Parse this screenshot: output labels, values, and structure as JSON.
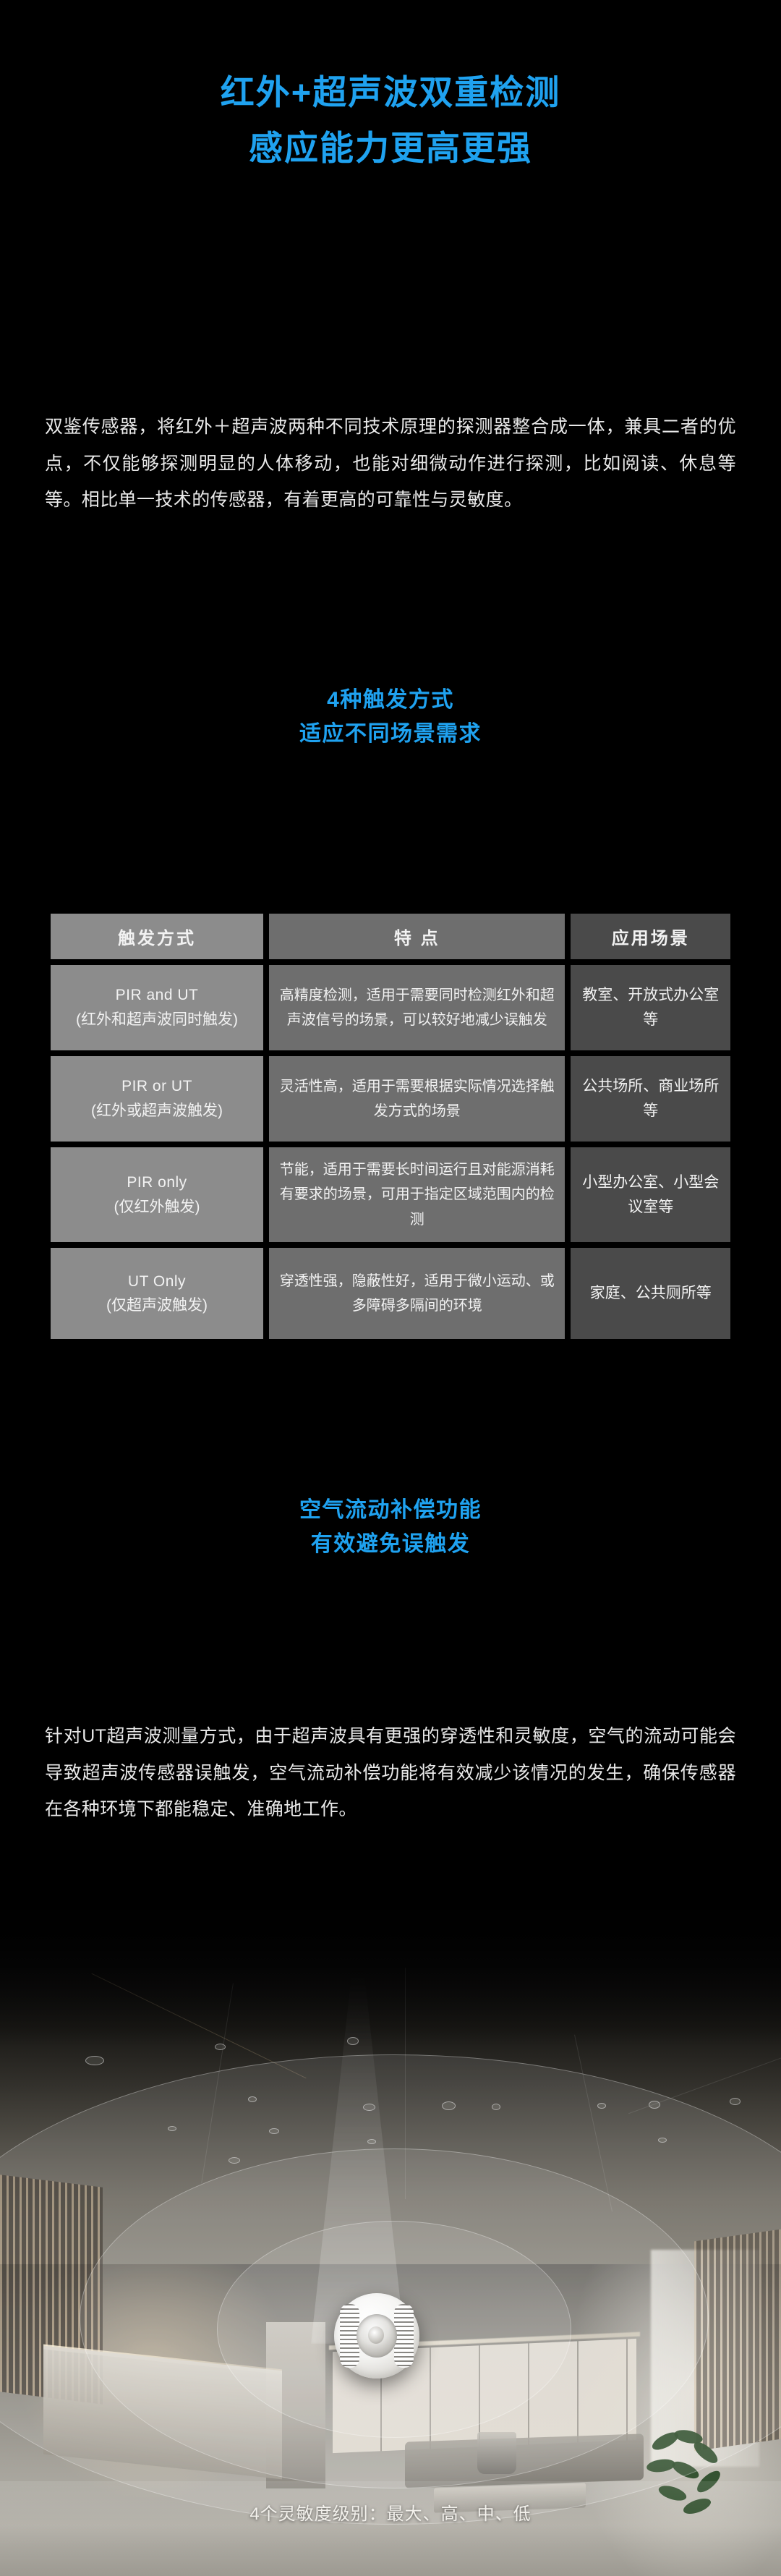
{
  "colors": {
    "background": "#000000",
    "accent_blue": "#1fa2f0",
    "body_text": "#e9e9e9",
    "table_col1": "#8c8c8c",
    "table_col2": "#6e6e6e",
    "table_col3": "#4a4a4a"
  },
  "hero": {
    "line1": "红外+超声波双重检测",
    "line2": "感应能力更高更强"
  },
  "intro_paragraph": "双鉴传感器，将红外＋超声波两种不同技术原理的探测器整合成一体，兼具二者的优点，不仅能够探测明显的人体移动，也能对细微动作进行探测，比如阅读、休息等等。相比单一技术的传感器，有着更高的可靠性与灵敏度。",
  "triggers_section": {
    "heading_line1": "4种触发方式",
    "heading_line2": "适应不同场景需求",
    "table": {
      "headers": [
        "触发方式",
        "特 点",
        "应用场景"
      ],
      "rows": [
        {
          "mode_en": "PIR and UT",
          "mode_cn": "(红外和超声波同时触发)",
          "features": "高精度检测，适用于需要同时检测红外和超声波信号的场景，可以较好地减少误触发",
          "scenarios": "教室、开放式办公室等"
        },
        {
          "mode_en": "PIR or UT",
          "mode_cn": "(红外或超声波触发)",
          "features": "灵活性高，适用于需要根据实际情况选择触发方式的场景",
          "scenarios": "公共场所、商业场所等"
        },
        {
          "mode_en": "PIR only",
          "mode_cn": "(仅红外触发)",
          "features": "节能，适用于需要长时间运行且对能源消耗有要求的场景，可用于指定区域范围内的检测",
          "scenarios": "小型办公室、小型会议室等"
        },
        {
          "mode_en": "UT Only",
          "mode_cn": "(仅超声波触发)",
          "features": "穿透性强，隐蔽性好，适用于微小运动、或多障碍多隔间的环境",
          "scenarios": "家庭、公共厕所等"
        }
      ]
    }
  },
  "airflow_section": {
    "heading_line1": "空气流动补偿功能",
    "heading_line2": "有效避免误触发",
    "paragraph": "针对UT超声波测量方式，由于超声波具有更强的穿透性和灵敏度，空气的流动可能会导致超声波传感器误触发，空气流动补偿功能将有效减少该情况的发生，确保传感器在各种环境下都能稳定、准确地工作。"
  },
  "scene": {
    "caption": "4个灵敏度级别：最大、高、中、低"
  }
}
